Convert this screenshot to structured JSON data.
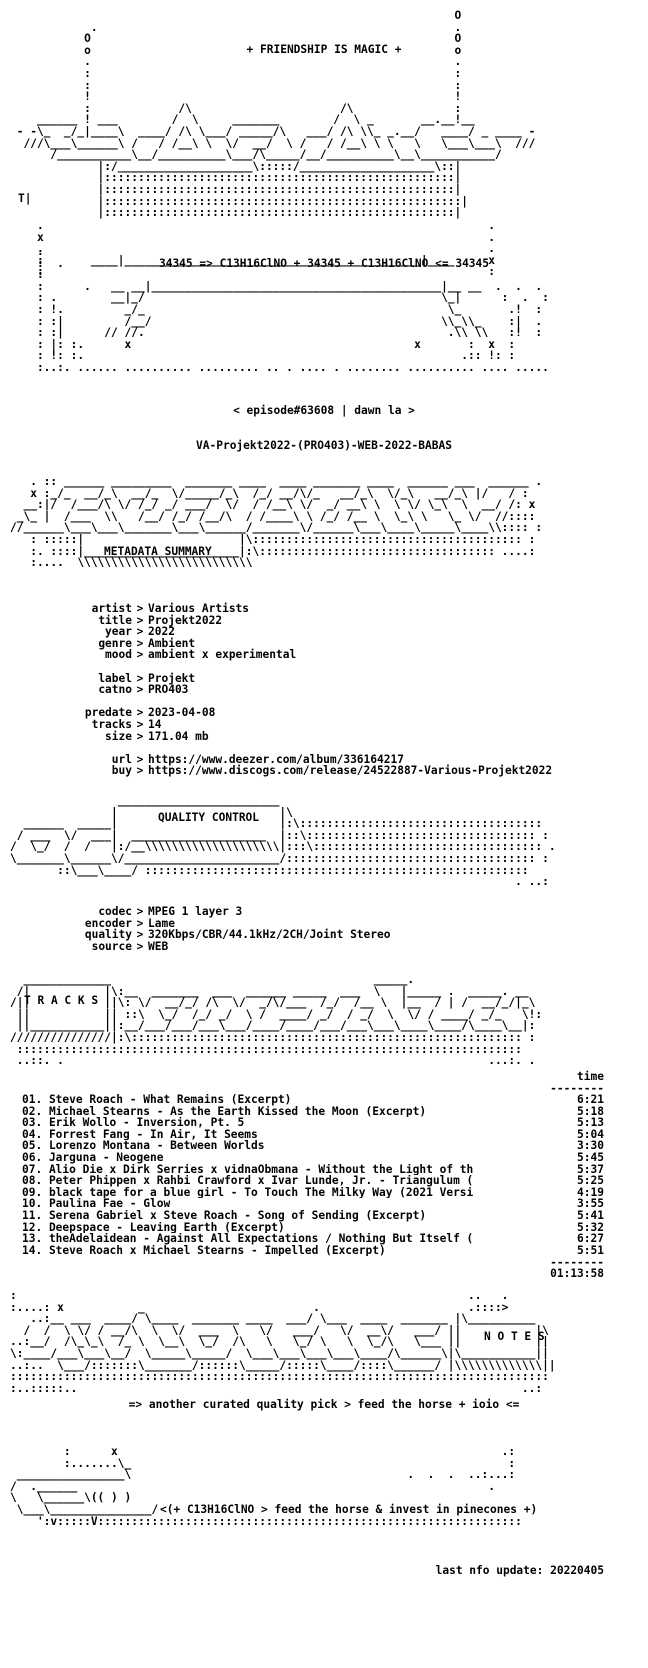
{
  "header": {
    "tagline": "+ FRIENDSHIP IS MAGIC +",
    "equation": "34345 => C13H16ClNO + 34345 + C13H16ClNO <= 34345"
  },
  "episode": "< episode#63608 | dawn la >",
  "release_name": "VA-Projekt2022-(PRO403)-WEB-2022-BABAS",
  "sections": {
    "metadata": "METADATA SUMMARY",
    "quality": "QUALITY CONTROL",
    "tracks": "T R A C K S",
    "notes": "N O T E S"
  },
  "metadata": {
    "artist": {
      "key": "artist",
      "value": "Various Artists"
    },
    "title": {
      "key": "title",
      "value": "Projekt2022"
    },
    "year": {
      "key": "year",
      "value": "2022"
    },
    "genre": {
      "key": "genre",
      "value": "Ambient"
    },
    "mood": {
      "key": "mood",
      "value": "ambient x experimental"
    },
    "label": {
      "key": "label",
      "value": "Projekt"
    },
    "catno": {
      "key": "catno",
      "value": "PRO403"
    },
    "predate": {
      "key": "predate",
      "value": "2023-04-08"
    },
    "tracks": {
      "key": "tracks",
      "value": "14"
    },
    "size": {
      "key": "size",
      "value": "171.04 mb"
    },
    "url": {
      "key": "url",
      "value": "https://www.deezer.com/album/336164217"
    },
    "buy": {
      "key": "buy",
      "value": "https://www.discogs.com/release/24522887-Various-Projekt2022"
    }
  },
  "quality": {
    "codec": {
      "key": "codec",
      "value": "MPEG 1 layer 3"
    },
    "encoder": {
      "key": "encoder",
      "value": "Lame"
    },
    "quality": {
      "key": "quality",
      "value": "320Kbps/CBR/44.1kHz/2CH/Joint Stereo"
    },
    "source": {
      "key": "source",
      "value": "WEB"
    }
  },
  "tracklist": {
    "time_header": "time",
    "rule": "--------",
    "total": "01:13:58",
    "items": [
      {
        "title": "01. Steve Roach - What Remains (Excerpt)",
        "time": "6:21"
      },
      {
        "title": "02. Michael Stearns - As the Earth Kissed the Moon (Excerpt)",
        "time": "5:18"
      },
      {
        "title": "03. Erik Wollo - Inversion, Pt. 5",
        "time": "5:13"
      },
      {
        "title": "04. Forrest Fang - In Air, It Seems",
        "time": "5:04"
      },
      {
        "title": "05. Lorenzo Montana - Between Worlds",
        "time": "3:30"
      },
      {
        "title": "06. Jarguna - Neogene",
        "time": "5:45"
      },
      {
        "title": "07. Alio Die x Dirk Serries x vidnaObmana - Without the Light of th",
        "time": "5:37"
      },
      {
        "title": "08. Peter Phippen x Rahbi Crawford x Ivar Lunde, Jr. - Triangulum (",
        "time": "5:25"
      },
      {
        "title": "09. black tape for a blue girl - To Touch The Milky Way (2021 Versi",
        "time": "4:19"
      },
      {
        "title": "10. Paulina Fae - Glow",
        "time": "3:55"
      },
      {
        "title": "11. Serena Gabriel x Steve Roach - Song of Sending (Excerpt)",
        "time": "5:41"
      },
      {
        "title": "12. Deepspace - Leaving Earth (Excerpt)",
        "time": "5:32"
      },
      {
        "title": "13. theAdelaidean - Against All Expectations / Nothing But Itself (",
        "time": "6:27"
      },
      {
        "title": "14. Steve Roach x Michael Stearns - Impelled (Excerpt)",
        "time": "5:51"
      }
    ]
  },
  "notes": "=> another curated quality pick > feed the horse + ioio <=",
  "footer": {
    "message": "<(+ C13H16ClNO > feed the horse & invest in pinecones +)",
    "last_update": "last nfo update: 20220405"
  }
}
